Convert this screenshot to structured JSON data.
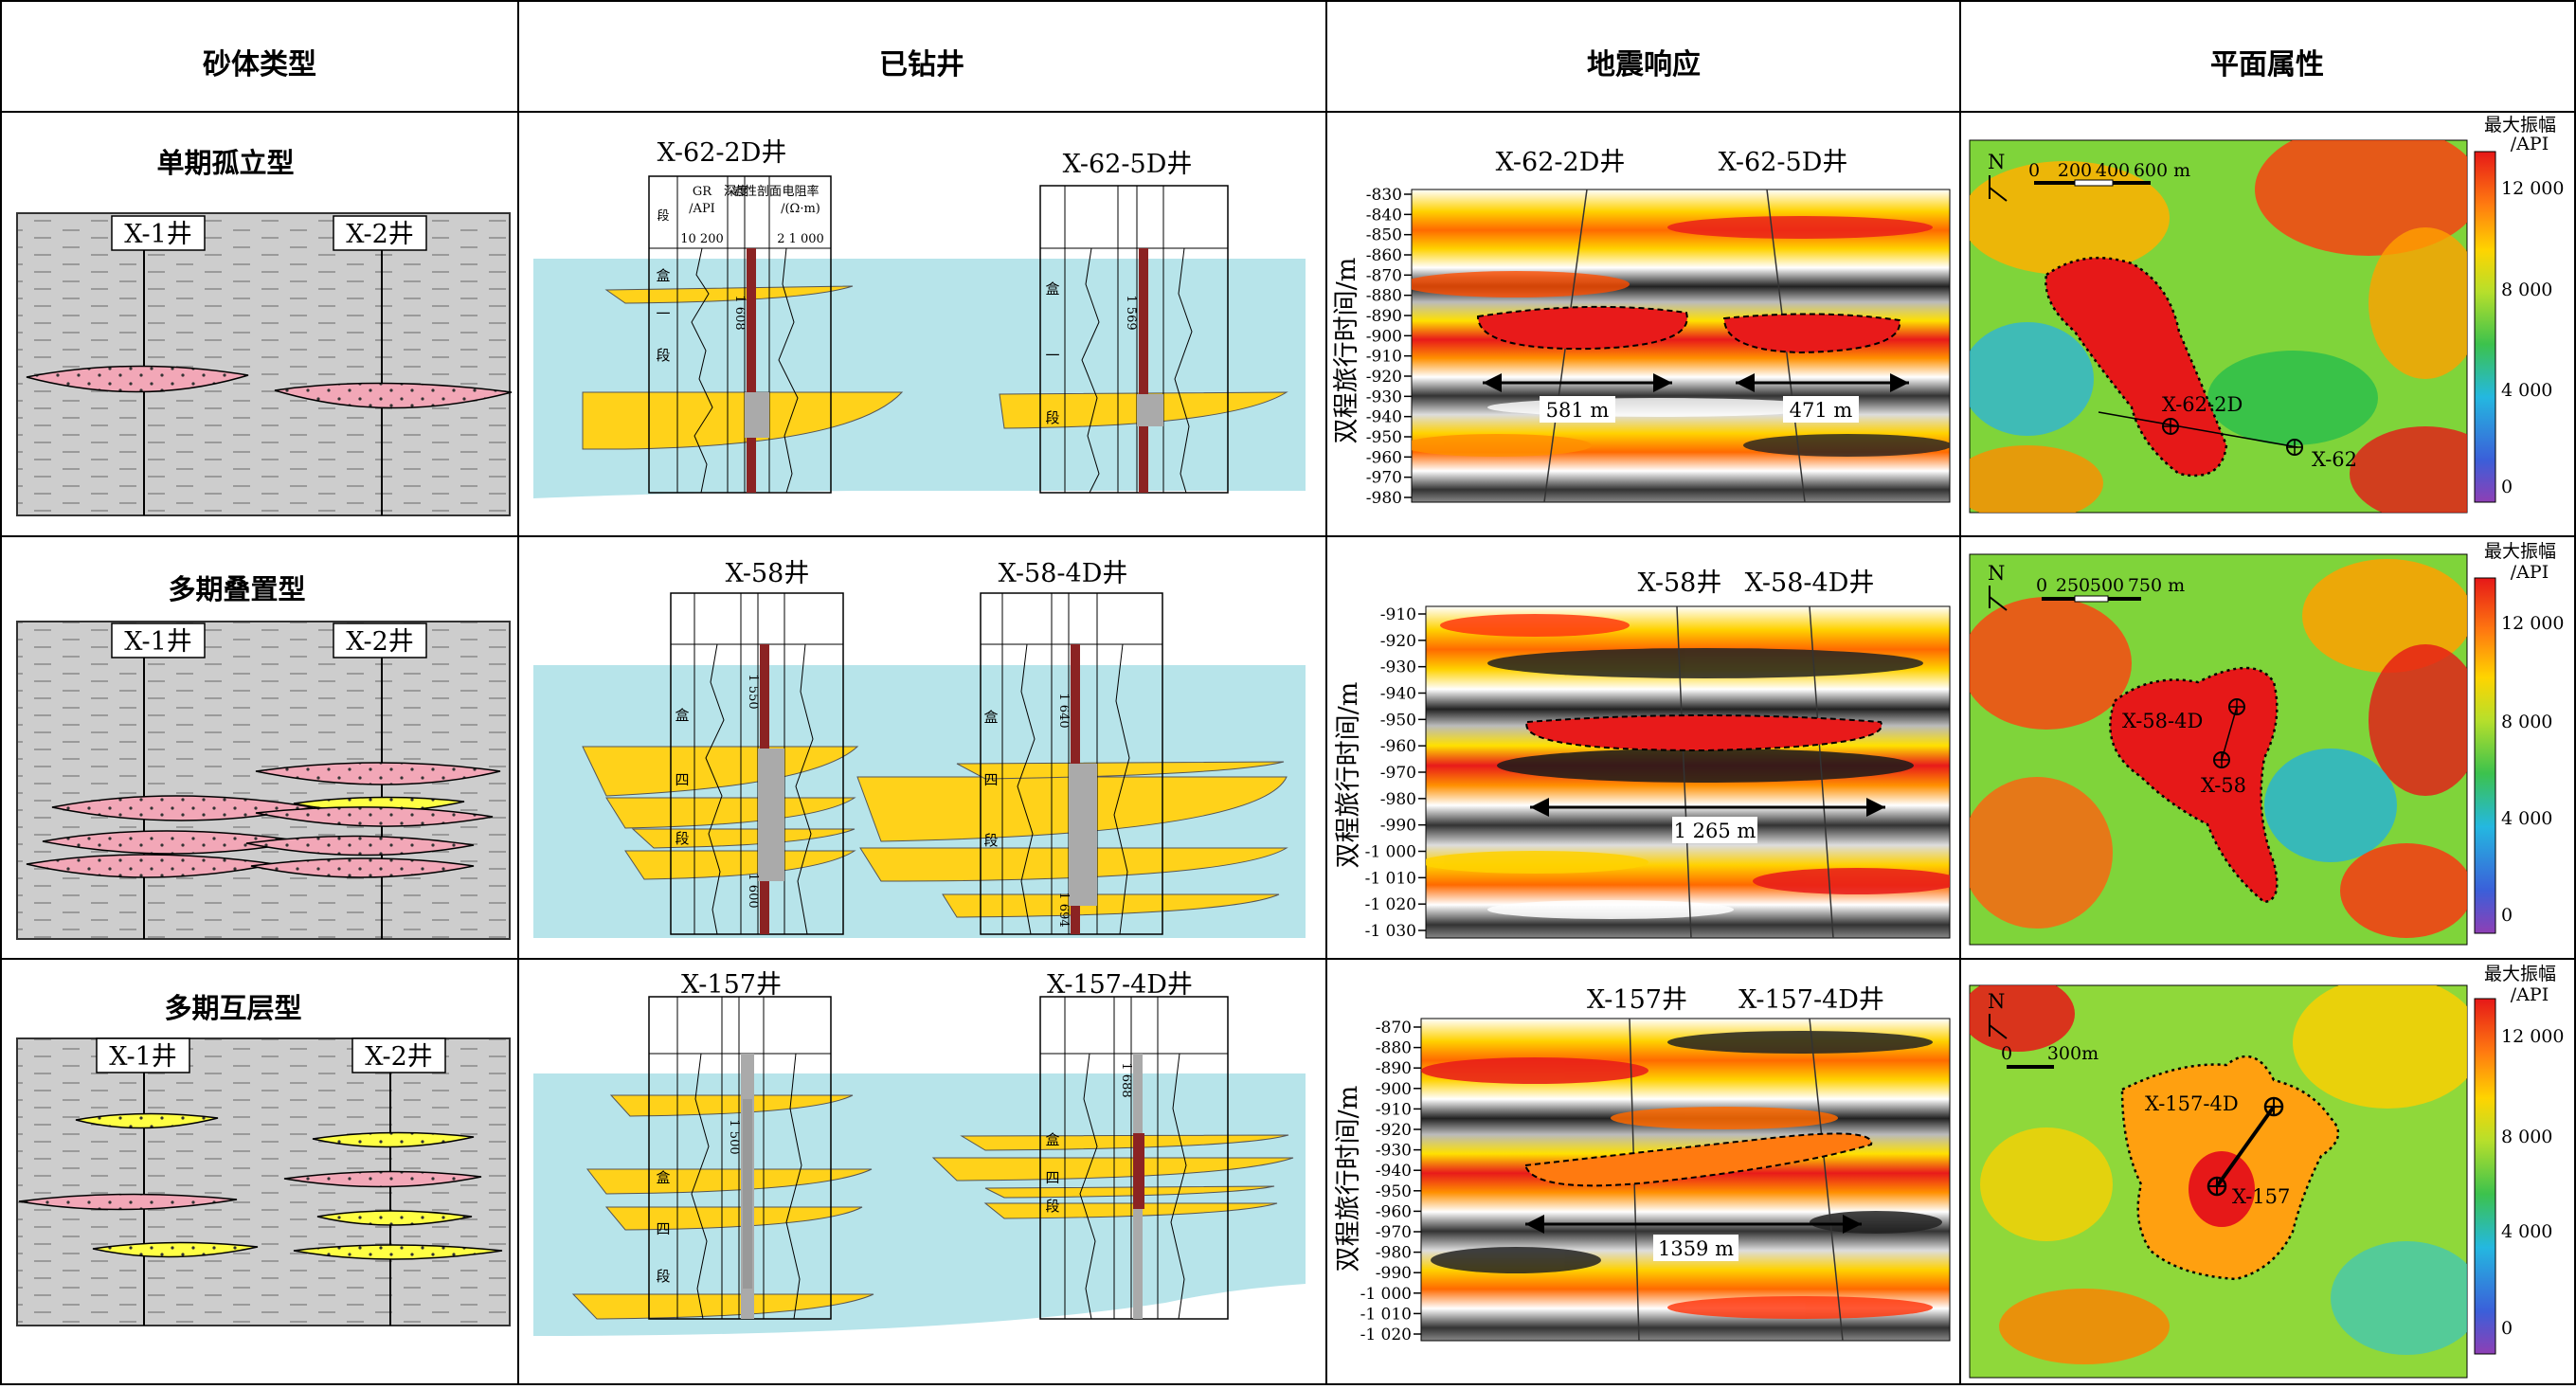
{
  "headers": [
    "砂体类型",
    "已钻井",
    "地震响应",
    "平面属性"
  ],
  "rows": [
    {
      "type": "单期孤立型",
      "model_wells": [
        "X-1井",
        "X-2井"
      ],
      "drilled": {
        "well1": "X-62-2D井",
        "well2": "X-62-5D井",
        "seg_chars": [
          "盒",
          "一",
          "段"
        ],
        "depth1": "1 608",
        "depth2": "1 569"
      },
      "seismic": {
        "well1": "X-62-2D井",
        "well2": "X-62-5D井",
        "ticks": [
          "-830",
          "-840",
          "-850",
          "-860",
          "-870",
          "-880",
          "-890",
          "-900",
          "-910",
          "-920",
          "-930",
          "-940",
          "-950",
          "-960",
          "-970",
          "-980"
        ],
        "dist1": "581 m",
        "dist2": "471 m"
      },
      "map": {
        "scale": [
          "0",
          "200",
          "400",
          "600 m"
        ],
        "wells": [
          "X-62-2D",
          "X-62"
        ],
        "colorbar": [
          "12 000",
          "8 000",
          "4 000",
          "0"
        ]
      }
    },
    {
      "type": "多期叠置型",
      "model_wells": [
        "X-1井",
        "X-2井"
      ],
      "drilled": {
        "well1": "X-58井",
        "well2": "X-58-4D井",
        "seg_chars": [
          "盒",
          "四",
          "段"
        ],
        "depth1": "1 550",
        "depth1b": "1 600",
        "depth2": "1 640",
        "depth2b": "1 694"
      },
      "seismic": {
        "well1": "X-58井",
        "well2": "X-58-4D井",
        "ticks": [
          "-910",
          "-920",
          "-930",
          "-940",
          "-950",
          "-960",
          "-970",
          "-980",
          "-990",
          "-1 000",
          "-1 010",
          "-1 020",
          "-1 030"
        ],
        "dist1": "1 265 m"
      },
      "map": {
        "scale": [
          "0",
          "250",
          "500",
          "750 m"
        ],
        "wells": [
          "X-58-4D",
          "X-58"
        ],
        "colorbar": [
          "12 000",
          "8 000",
          "4 000",
          "0"
        ]
      }
    },
    {
      "type": "多期互层型",
      "model_wells": [
        "X-1井",
        "X-2井"
      ],
      "drilled": {
        "well1": "X-157井",
        "well2": "X-157-4D井",
        "seg_chars": [
          "盒",
          "四",
          "段"
        ],
        "depth1": "1 500",
        "depth2": "1 688"
      },
      "seismic": {
        "well1": "X-157井",
        "well2": "X-157-4D井",
        "ticks": [
          "-870",
          "-880",
          "-890",
          "-900",
          "-910",
          "-920",
          "-930",
          "-940",
          "-950",
          "-960",
          "-970",
          "-980",
          "-990",
          "-1 000",
          "-1 010",
          "-1 020"
        ],
        "dist1": "1359 m"
      },
      "map": {
        "scale": [
          "0",
          "300m"
        ],
        "wells": [
          "X-157-4D",
          "X-157"
        ],
        "colorbar": [
          "12 000",
          "8 000",
          "4 000",
          "0"
        ]
      }
    }
  ],
  "log_header": {
    "seg": "段",
    "gr": "GR",
    "gr_unit": "/API",
    "depth": "深度",
    "depth_unit": "/m",
    "lith": "岩性剖面",
    "res": "电阻率",
    "res_unit": "/(Ω·m)",
    "gr_scale": "10  200",
    "res_scale": "2   1 000"
  },
  "seis_ylabel": "双程旅行时间/m",
  "cb_title": [
    "最大振幅",
    "/API"
  ],
  "north": "N"
}
